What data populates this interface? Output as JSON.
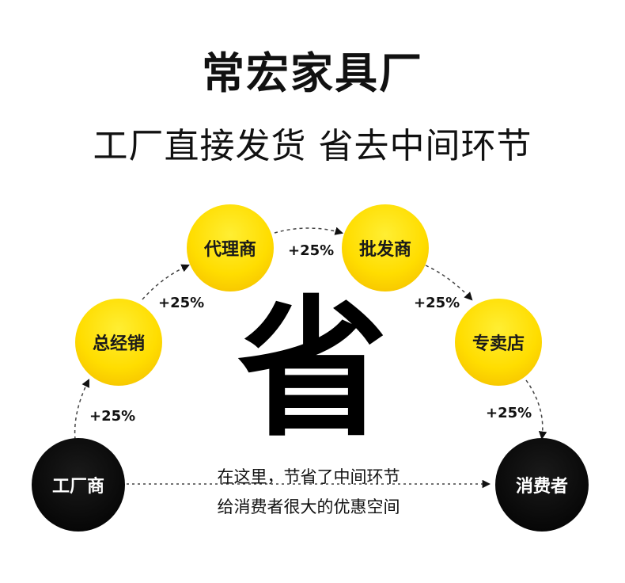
{
  "title": "常宏家具厂",
  "subtitle": "工厂直接发货 省去中间环节",
  "nodes": [
    {
      "label": "工厂商",
      "color": "#000000"
    },
    {
      "label": "总经销",
      "color": "#ffdd00"
    },
    {
      "label": "代理商",
      "color": "#ffdd00"
    },
    {
      "label": "批发商",
      "color": "#ffdd00"
    },
    {
      "label": "专卖店",
      "color": "#ffdd00"
    },
    {
      "label": "消费者",
      "color": "#000000"
    }
  ],
  "markups": [
    "+25%",
    "+25%",
    "+25%",
    "+25%",
    "+25%"
  ],
  "center_char": "省",
  "note_lines": [
    "在这里，节省了中间环节",
    "给消费者很大的优惠空间"
  ]
}
